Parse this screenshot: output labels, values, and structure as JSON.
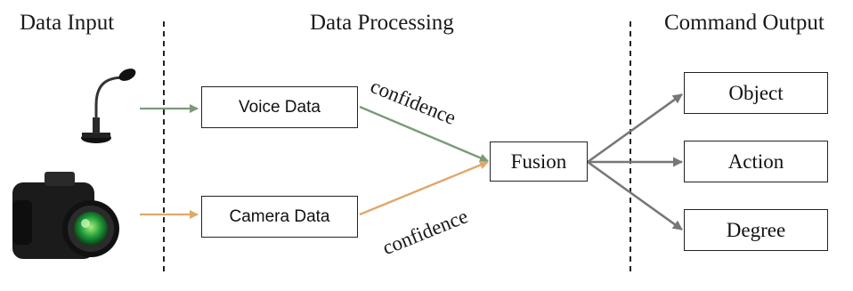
{
  "sections": {
    "input": "Data Input",
    "processing": "Data Processing",
    "output": "Command Output"
  },
  "nodes": {
    "voice": "Voice Data",
    "camera": "Camera Data",
    "fusion": "Fusion",
    "object": "Object",
    "action": "Action",
    "degree": "Degree"
  },
  "edges": {
    "voice_fusion": "confidence",
    "camera_fusion": "confidence"
  },
  "icons": {
    "microphone": "microphone-icon",
    "camera": "camera-icon"
  },
  "colors": {
    "voice_arrow": "#7a9a78",
    "camera_arrow": "#e0a868",
    "output_arrow": "#777777",
    "divider": "#222222"
  }
}
